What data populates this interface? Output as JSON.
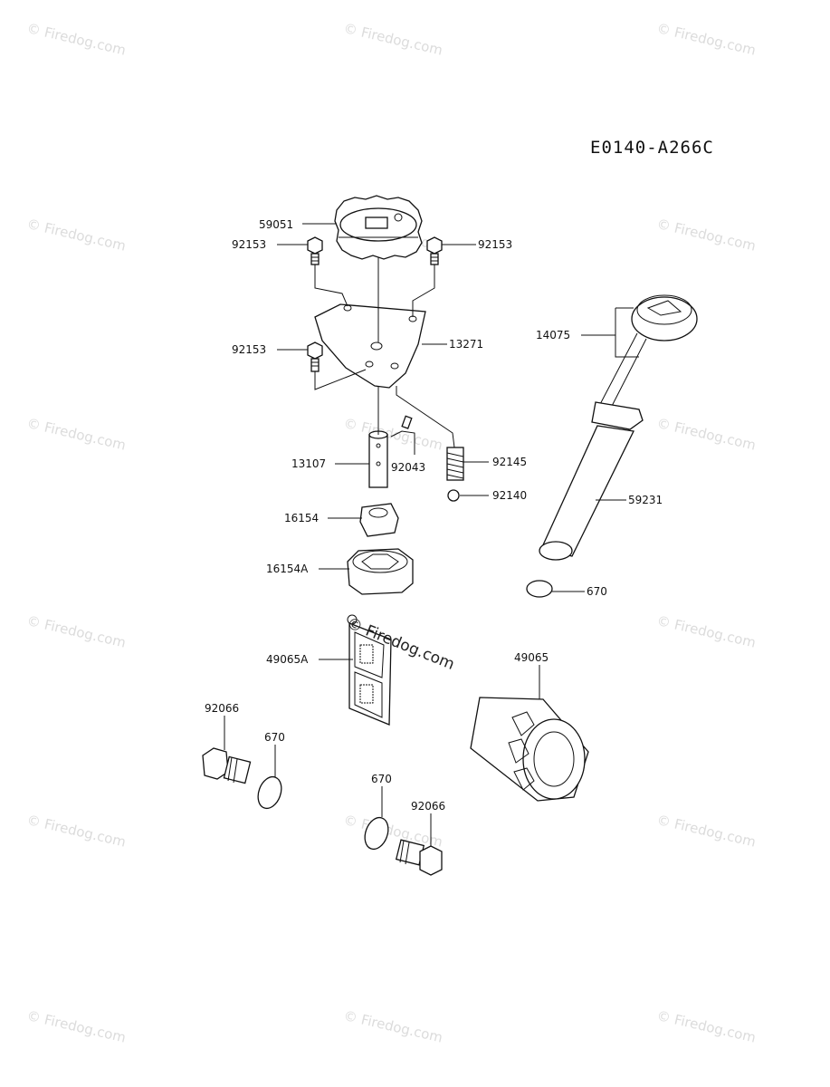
{
  "diagram_code": "E0140-A266C",
  "watermark": "Firedog.com",
  "watermark_center": "© Firedog.com",
  "parts": {
    "p59051": "59051",
    "p92153_a": "92153",
    "p92153_b": "92153",
    "p92153_c": "92153",
    "p13271": "13271",
    "p14075": "14075",
    "p13107": "13107",
    "p92043": "92043",
    "p92145": "92145",
    "p92140": "92140",
    "p59231": "59231",
    "p16154": "16154",
    "p16154A": "16154A",
    "p670_a": "670",
    "p49065A": "49065A",
    "p49065": "49065",
    "p92066_a": "92066",
    "p670_b": "670",
    "p670_c": "670",
    "p92066_b": "92066"
  }
}
